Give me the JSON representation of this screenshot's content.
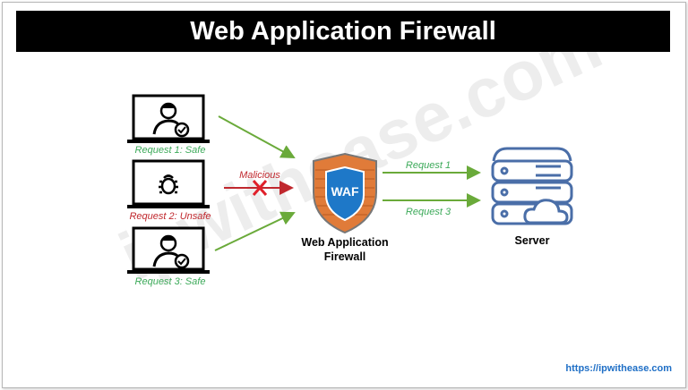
{
  "title": "Web Application Firewall",
  "clients": [
    {
      "label": "Request 1: Safe",
      "icon": "user-check-icon",
      "status": "safe"
    },
    {
      "label": "Request 2: Unsafe",
      "icon": "bug-icon",
      "status": "unsafe"
    },
    {
      "label": "Request 3: Safe",
      "icon": "user-check-icon",
      "status": "safe"
    }
  ],
  "malicious_label": "Malicious",
  "waf": {
    "badge": "WAF",
    "label_line1": "Web Application",
    "label_line2": "Firewall"
  },
  "forward": [
    {
      "label": "Request 1"
    },
    {
      "label": "Request 3"
    }
  ],
  "server": {
    "label": "Server"
  },
  "watermark": "ipwithease.com",
  "footer": "https://ipwithease.com",
  "colors": {
    "safe": "#3daa5a",
    "unsafe": "#c0282e",
    "arrow": "#6aaa3a",
    "server": "#4a6ea8",
    "shield": "#e07b39"
  }
}
